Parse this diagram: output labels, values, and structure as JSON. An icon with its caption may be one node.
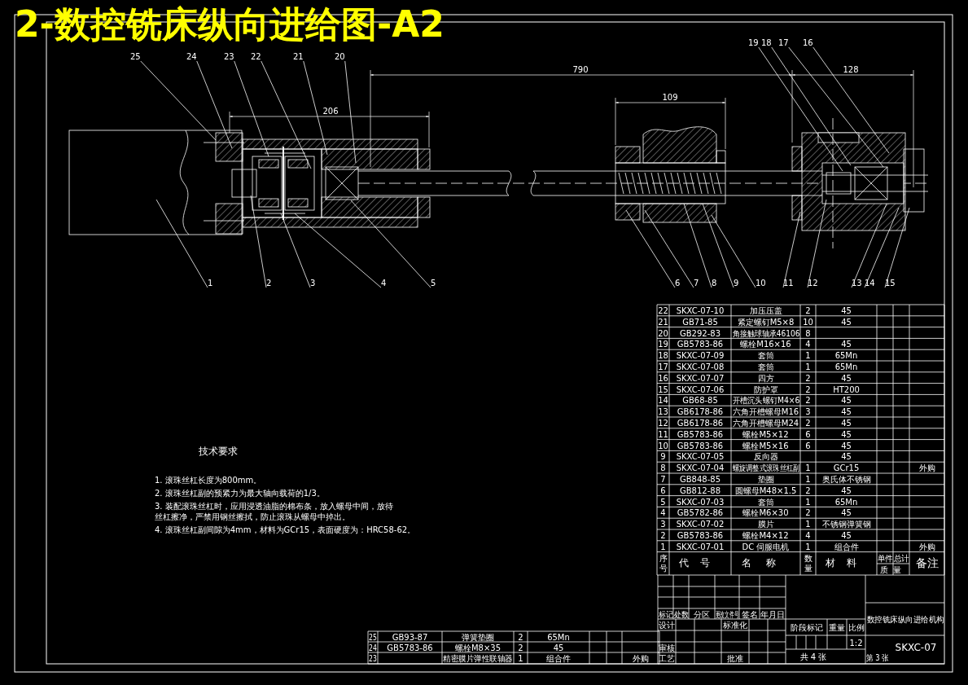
{
  "diagram": {
    "title": "2-数控铣床纵向进给图-A2",
    "nodes": [
      {
        "text": [
          "25"
        ]
      },
      {
        "text": [
          "24"
        ]
      },
      {
        "text": [
          "23"
        ]
      },
      {
        "text": [
          "22"
        ]
      },
      {
        "text": [
          "21"
        ]
      },
      {
        "text": [
          "20"
        ]
      },
      {
        "text": [
          "19"
        ]
      },
      {
        "text": [
          "18"
        ]
      },
      {
        "text": [
          "17"
        ]
      },
      {
        "text": [
          "16"
        ]
      },
      {
        "text": [
          "1"
        ]
      },
      {
        "text": [
          "2"
        ]
      },
      {
        "text": [
          "3"
        ]
      },
      {
        "text": [
          "4"
        ]
      },
      {
        "text": [
          "5"
        ]
      },
      {
        "text": [
          "6"
        ]
      },
      {
        "text": [
          "7"
        ]
      },
      {
        "text": [
          "8"
        ]
      },
      {
        "text": [
          "9"
        ]
      },
      {
        "text": [
          "10"
        ]
      },
      {
        "text": [
          "11"
        ]
      },
      {
        "text": [
          "12"
        ]
      },
      {
        "text": [
          "13"
        ]
      },
      {
        "text": [
          "14"
        ]
      },
      {
        "text": [
          "15"
        ]
      }
    ],
    "edges": [
      {
        "from": 0,
        "to": null,
        "arrow": "none"
      },
      {
        "from": 1,
        "to": null,
        "arrow": "none"
      },
      {
        "from": 2,
        "to": null,
        "arrow": "none"
      },
      {
        "from": 3,
        "to": null,
        "arrow": "none"
      },
      {
        "from": 4,
        "to": null,
        "arrow": "none"
      },
      {
        "from": 5,
        "to": null,
        "arrow": "none"
      },
      {
        "from": 6,
        "to": null,
        "arrow": "none"
      },
      {
        "from": 7,
        "to": null,
        "arrow": "none"
      },
      {
        "from": 8,
        "to": null,
        "arrow": "none"
      },
      {
        "from": 9,
        "to": null,
        "arrow": "none"
      },
      {
        "from": 10,
        "to": null,
        "arrow": "none"
      },
      {
        "from": 11,
        "to": null,
        "arrow": "none"
      },
      {
        "from": 12,
        "to": null,
        "arrow": "none"
      },
      {
        "from": 13,
        "to": null,
        "arrow": "none"
      },
      {
        "from": 14,
        "to": null,
        "arrow": "none"
      },
      {
        "from": 15,
        "to": null,
        "arrow": "none"
      },
      {
        "from": 16,
        "to": null,
        "arrow": "none"
      },
      {
        "from": 17,
        "to": null,
        "arrow": "none"
      },
      {
        "from": 18,
        "to": null,
        "arrow": "none"
      },
      {
        "from": 19,
        "to": null,
        "arrow": "none"
      },
      {
        "from": 20,
        "to": null,
        "arrow": "none"
      },
      {
        "from": 21,
        "to": null,
        "arrow": "none"
      },
      {
        "from": 22,
        "to": null,
        "arrow": "none"
      },
      {
        "from": 23,
        "to": null,
        "arrow": "none"
      },
      {
        "from": 24,
        "to": null,
        "arrow": "none"
      }
    ],
    "labels": [
      "790",
      "128",
      "109",
      "206",
      "22",
      "SKXC-07-10",
      "加压压盖",
      "2",
      "45",
      "21",
      "GB71-85",
      "紧定螺钉M5×8",
      "10",
      "45",
      "20",
      "GB292-83",
      "角接触球轴承46106",
      "8",
      "19",
      "GB5783-86",
      "螺栓M16×16",
      "4",
      "45",
      "18",
      "SKXC-07-09",
      "套筒",
      "1",
      "65Mn",
      "17",
      "SKXC-07-08",
      "套筒",
      "1",
      "65Mn",
      "16",
      "SKXC-07-07",
      "四方",
      "2",
      "45",
      "15",
      "SKXC-07-06",
      "防护罩",
      "2",
      "HT200",
      "14",
      "GB68-85",
      "开槽沉头螺钉M4×6",
      "2",
      "45",
      "13",
      "GB6178-86",
      "六角开槽螺母M16",
      "3",
      "45",
      "12",
      "GB6178-86",
      "六角开槽螺母M24",
      "2",
      "45",
      "11",
      "GB5783-86",
      "螺栓M5×12",
      "6",
      "45",
      "10",
      "GB5783-86",
      "螺栓M5×16",
      "6",
      "45",
      "9",
      "SKXC-07-05",
      "反向器",
      "45",
      "8",
      "SKXC-07-04",
      "螺旋调整式滚珠丝杠副",
      "1",
      "GCr15",
      "外购",
      "7",
      "GB848-85",
      "垫圈",
      "1",
      "奥氏体不锈钢",
      "6",
      "GB812-88",
      "圆螺母M48×1.5",
      "2",
      "45",
      "5",
      "SKXC-07-03",
      "套筒",
      "1",
      "65Mn",
      "4",
      "GB5782-86",
      "螺栓M6×30",
      "2",
      "45",
      "3",
      "SKXC-07-02",
      "膜片",
      "1",
      "不锈钢弹簧钢",
      "2",
      "GB5783-86",
      "螺栓M4×12",
      "4",
      "45",
      "1",
      "SKXC-07-01",
      "DC 伺服电机",
      "1",
      "组合件",
      "外购",
      "序号",
      "代号",
      "名称",
      "数量",
      "材料",
      "单件",
      "总计",
      "质量",
      "备注",
      "技术要求",
      "1. 滚珠丝杠长度为800mm。",
      "2. 滚珠丝杠副的预紧力为最大轴向载荷的1/3。",
      "3. 装配滚珠丝杠时，应用浸透油脂的棉布条，放入螺母中间，放待丝杠擦净，严禁用钢丝擦拭，防止滚珠从螺母中掉出。",
      "4. 滚珠丝杠副间隙为4mm，材料为GCr15，表面硬度为：HRC58-62。",
      "25",
      "GB93-87",
      "弹簧垫圈",
      "2",
      "65Mn",
      "24",
      "GB5783-86",
      "螺栓M8×35",
      "2",
      "45",
      "23",
      "精密膜片弹性联轴器",
      "1",
      "组合件",
      "外购",
      "标记",
      "处数",
      "分区",
      "更改文件号",
      "签名",
      "年月日",
      "数控铣床纵向进给机构",
      "设计",
      "标准化",
      "阶段标记",
      "重量",
      "比例",
      "1:2",
      "审核",
      "SKXC-07",
      "工艺",
      "批准",
      "共 4 张",
      "第 3 张"
    ]
  }
}
